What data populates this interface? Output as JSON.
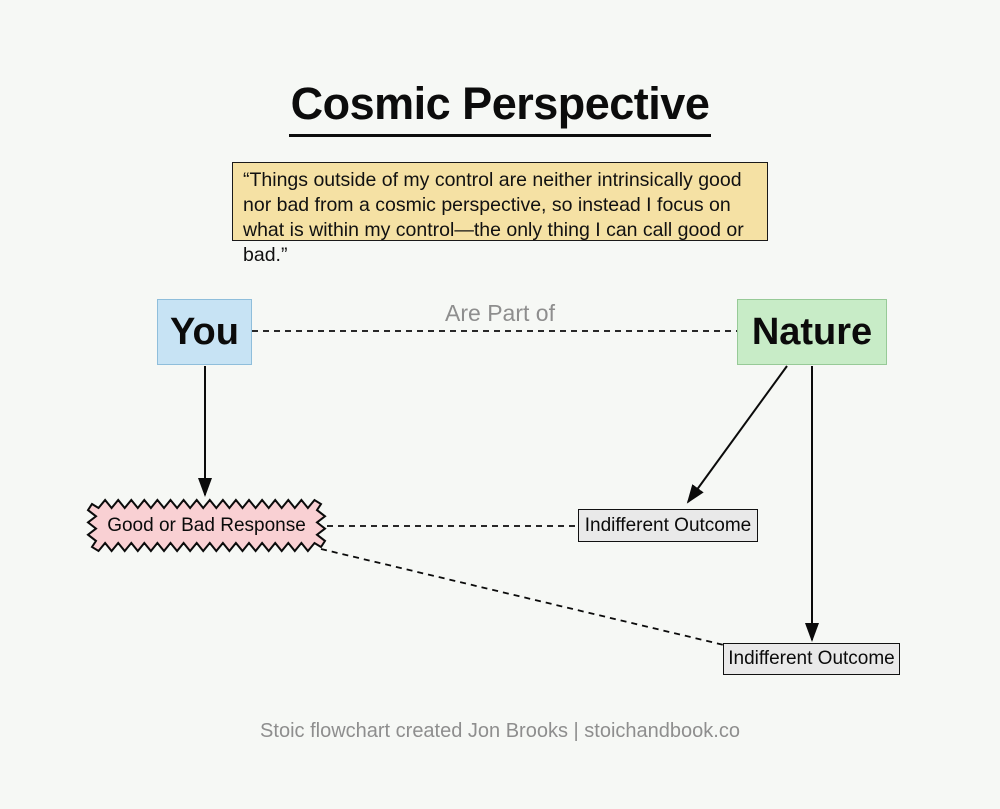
{
  "page": {
    "title": "Cosmic Perspective",
    "quote": "“Things outside of my control are neither intrinsically good nor bad from a cosmic perspective, so instead I focus on what is within my control—the only thing I can call good or bad.”",
    "footer": "Stoic flowchart created Jon Brooks | stoichandbook.co"
  },
  "nodes": {
    "you": {
      "label": "You",
      "fill": "#c7e3f4",
      "border": "#8fbedb",
      "shape": "rectangle"
    },
    "nature": {
      "label": "Nature",
      "fill": "#c8ecc7",
      "border": "#97ca97",
      "shape": "rectangle"
    },
    "response": {
      "label": "Good or Bad Response",
      "fill": "#f9d0d3",
      "border": "#0b0b0b",
      "shape": "zigzag-rectangle"
    },
    "outcome_top": {
      "label": "Indifferent Outcome",
      "fill": "#e9e9e9",
      "border": "#111111",
      "shape": "rectangle"
    },
    "outcome_bottom": {
      "label": "Indifferent Outcome",
      "fill": "#e9e9e9",
      "border": "#111111",
      "shape": "rectangle"
    }
  },
  "edges": {
    "you_nature": {
      "label": "Are Part of",
      "style": "dashed",
      "from": "you",
      "to": "nature"
    },
    "you_response": {
      "style": "solid-arrow",
      "from": "you",
      "to": "response"
    },
    "nature_outcome_top": {
      "style": "solid-arrow",
      "from": "nature",
      "to": "outcome_top"
    },
    "nature_outcome_bottom": {
      "style": "solid-arrow",
      "from": "nature",
      "to": "outcome_bottom"
    },
    "response_outcome_top": {
      "style": "dashed",
      "from": "response",
      "to": "outcome_top"
    },
    "response_outcome_bottom": {
      "style": "dashed",
      "from": "response",
      "to": "outcome_bottom"
    }
  },
  "colors": {
    "background": "#f6f8f5",
    "quote_background": "#f5e1a4",
    "muted_text": "#8e8e8e",
    "line": "#0b0b0b"
  }
}
